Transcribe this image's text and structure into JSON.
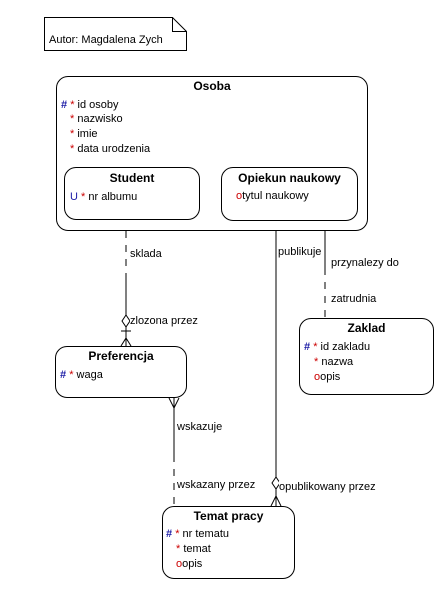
{
  "note": {
    "text": "Autor: Magdalena Zych"
  },
  "entities": {
    "osoba": {
      "title": "Osoba",
      "attrs": [
        {
          "marker": "#",
          "req": "*",
          "name": "id osoby"
        },
        {
          "marker": "",
          "req": "*",
          "name": "nazwisko"
        },
        {
          "marker": "",
          "req": "*",
          "name": "imie"
        },
        {
          "marker": "",
          "req": "*",
          "name": "data urodzenia"
        }
      ]
    },
    "student": {
      "title": "Student",
      "attrs": [
        {
          "marker": "U",
          "req": "*",
          "name": "nr albumu"
        }
      ]
    },
    "opiekun": {
      "title": "Opiekun naukowy",
      "attrs": [
        {
          "marker": "",
          "req": "o",
          "name": "tytul naukowy"
        }
      ]
    },
    "zaklad": {
      "title": "Zaklad",
      "attrs": [
        {
          "marker": "#",
          "req": "*",
          "name": "id zakladu"
        },
        {
          "marker": "",
          "req": "*",
          "name": "nazwa"
        },
        {
          "marker": "",
          "req": "o",
          "name": "opis"
        }
      ]
    },
    "preferencja": {
      "title": "Preferencja",
      "attrs": [
        {
          "marker": "#",
          "req": "*",
          "name": "waga"
        }
      ]
    },
    "temat": {
      "title": "Temat pracy",
      "attrs": [
        {
          "marker": "#",
          "req": "*",
          "name": "nr tematu"
        },
        {
          "marker": "",
          "req": "*",
          "name": "temat"
        },
        {
          "marker": "",
          "req": "o",
          "name": "opis"
        }
      ]
    }
  },
  "relationships": {
    "sklada": "sklada",
    "zlozona_przez": "zlozona przez",
    "publikuje": "publikuje",
    "opublikowany_przez": "opublikowany przez",
    "przynalezy_do": "przynalezy do",
    "zatrudnia": "zatrudnia",
    "wskazuje": "wskazuje",
    "wskazany_przez": "wskazany przez"
  }
}
